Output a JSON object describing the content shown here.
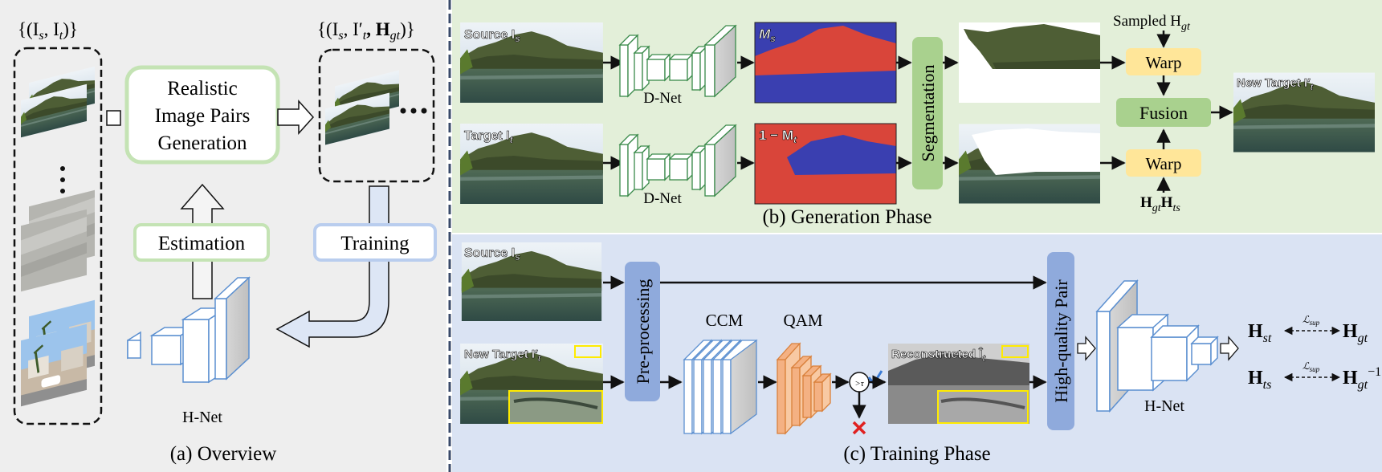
{
  "overview": {
    "set_in": "{(I",
    "set_in_s": "s",
    "set_in_mid": ",  I",
    "set_in_t": "t",
    "set_in_end": ")}",
    "set_out": "{(I",
    "set_out_s": "s",
    "set_out_mid": ", I′",
    "set_out_t": "t",
    "set_out_h": ", H",
    "set_out_gt": "gt",
    "set_out_end": ")}",
    "box_generation": [
      "Realistic",
      "Image Pairs",
      "Generation"
    ],
    "estimation": "Estimation",
    "training": "Training",
    "hnet": "H-Net",
    "ellipsis_h": "• • •",
    "caption": "(a) Overview"
  },
  "generation": {
    "source_tag": "Source I",
    "source_sub": "s",
    "target_tag": "Target I",
    "target_sub": "t",
    "dnet": "D-Net",
    "mask_s": "M",
    "mask_s_sub": "s",
    "mask_t": "1 − M",
    "mask_t_sub": "t",
    "segmentation": "Segmentation",
    "sampled": "Sampled H",
    "sampled_sub": "gt",
    "warp": "Warp",
    "fusion": "Fusion",
    "h_gt": "H",
    "h_gt_sub": "gt",
    "h_ts": "H",
    "h_ts_sub": "ts",
    "new_target": "New Target I′",
    "new_target_sub": "t",
    "caption": "(b) Generation Phase"
  },
  "training": {
    "source_tag": "Source I",
    "source_sub": "s",
    "new_target": "New Target I′",
    "new_target_sub": "t",
    "preprocessing": "Pre-processing",
    "ccm": "CCM",
    "qam": "QAM",
    "threshold": ">τ",
    "reconstructed": "Reconstructed Î",
    "reconstructed_sub": "t",
    "high_quality": "High-quality Pair",
    "hnet": "H-Net",
    "loss": "ℒ",
    "loss_sub": "sup",
    "eq1_left": "H",
    "eq1_left_sub": "st",
    "eq1_right": "H",
    "eq1_right_sub": "gt",
    "eq2_left": "H",
    "eq2_left_sub": "ts",
    "eq2_right": "H",
    "eq2_right_sub": "gt",
    "eq2_right_sup": "−1",
    "caption": "(c) Training Phase"
  },
  "colors": {
    "green_bg": "#e3efd9",
    "blue_bg": "#dae3f3",
    "left_bg": "#eeeeee",
    "green_box": "#a9d18e",
    "warp_box": "#ffe699",
    "blue_box": "#8faadc",
    "mask_red": "#d9453a",
    "mask_blue": "#3a3fb0",
    "qam_orange": "#f4b183",
    "net_green": "#3a8a4a",
    "net_blue": "#5b8fd0"
  }
}
